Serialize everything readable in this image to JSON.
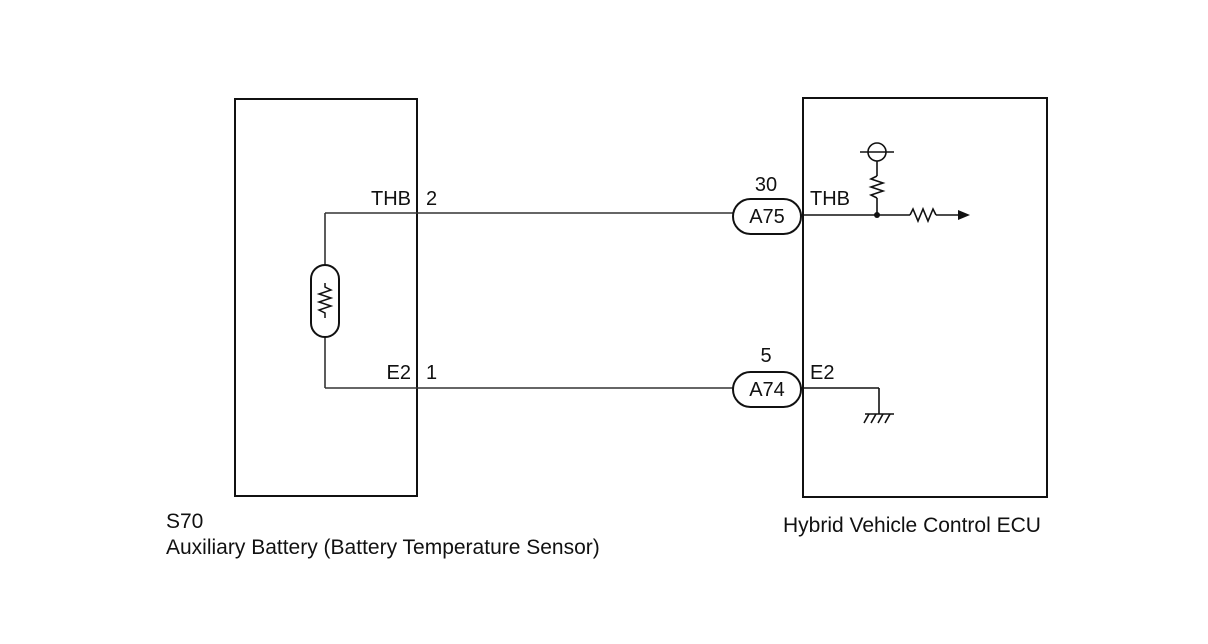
{
  "sensor": {
    "code": "S70",
    "name": "Auxiliary Battery (Battery Temperature Sensor)",
    "thb_pin_name": "THB",
    "thb_pin_number": "2",
    "e2_pin_name": "E2",
    "e2_pin_number": "1"
  },
  "ecu": {
    "name": "Hybrid Vehicle Control ECU",
    "thb_pin_name": "THB",
    "e2_pin_name": "E2"
  },
  "connectors": {
    "top": {
      "id": "A75",
      "pin": "30"
    },
    "bottom": {
      "id": "A74",
      "pin": "5"
    }
  },
  "colors": {
    "line": "#111111",
    "wire": "#333333"
  }
}
